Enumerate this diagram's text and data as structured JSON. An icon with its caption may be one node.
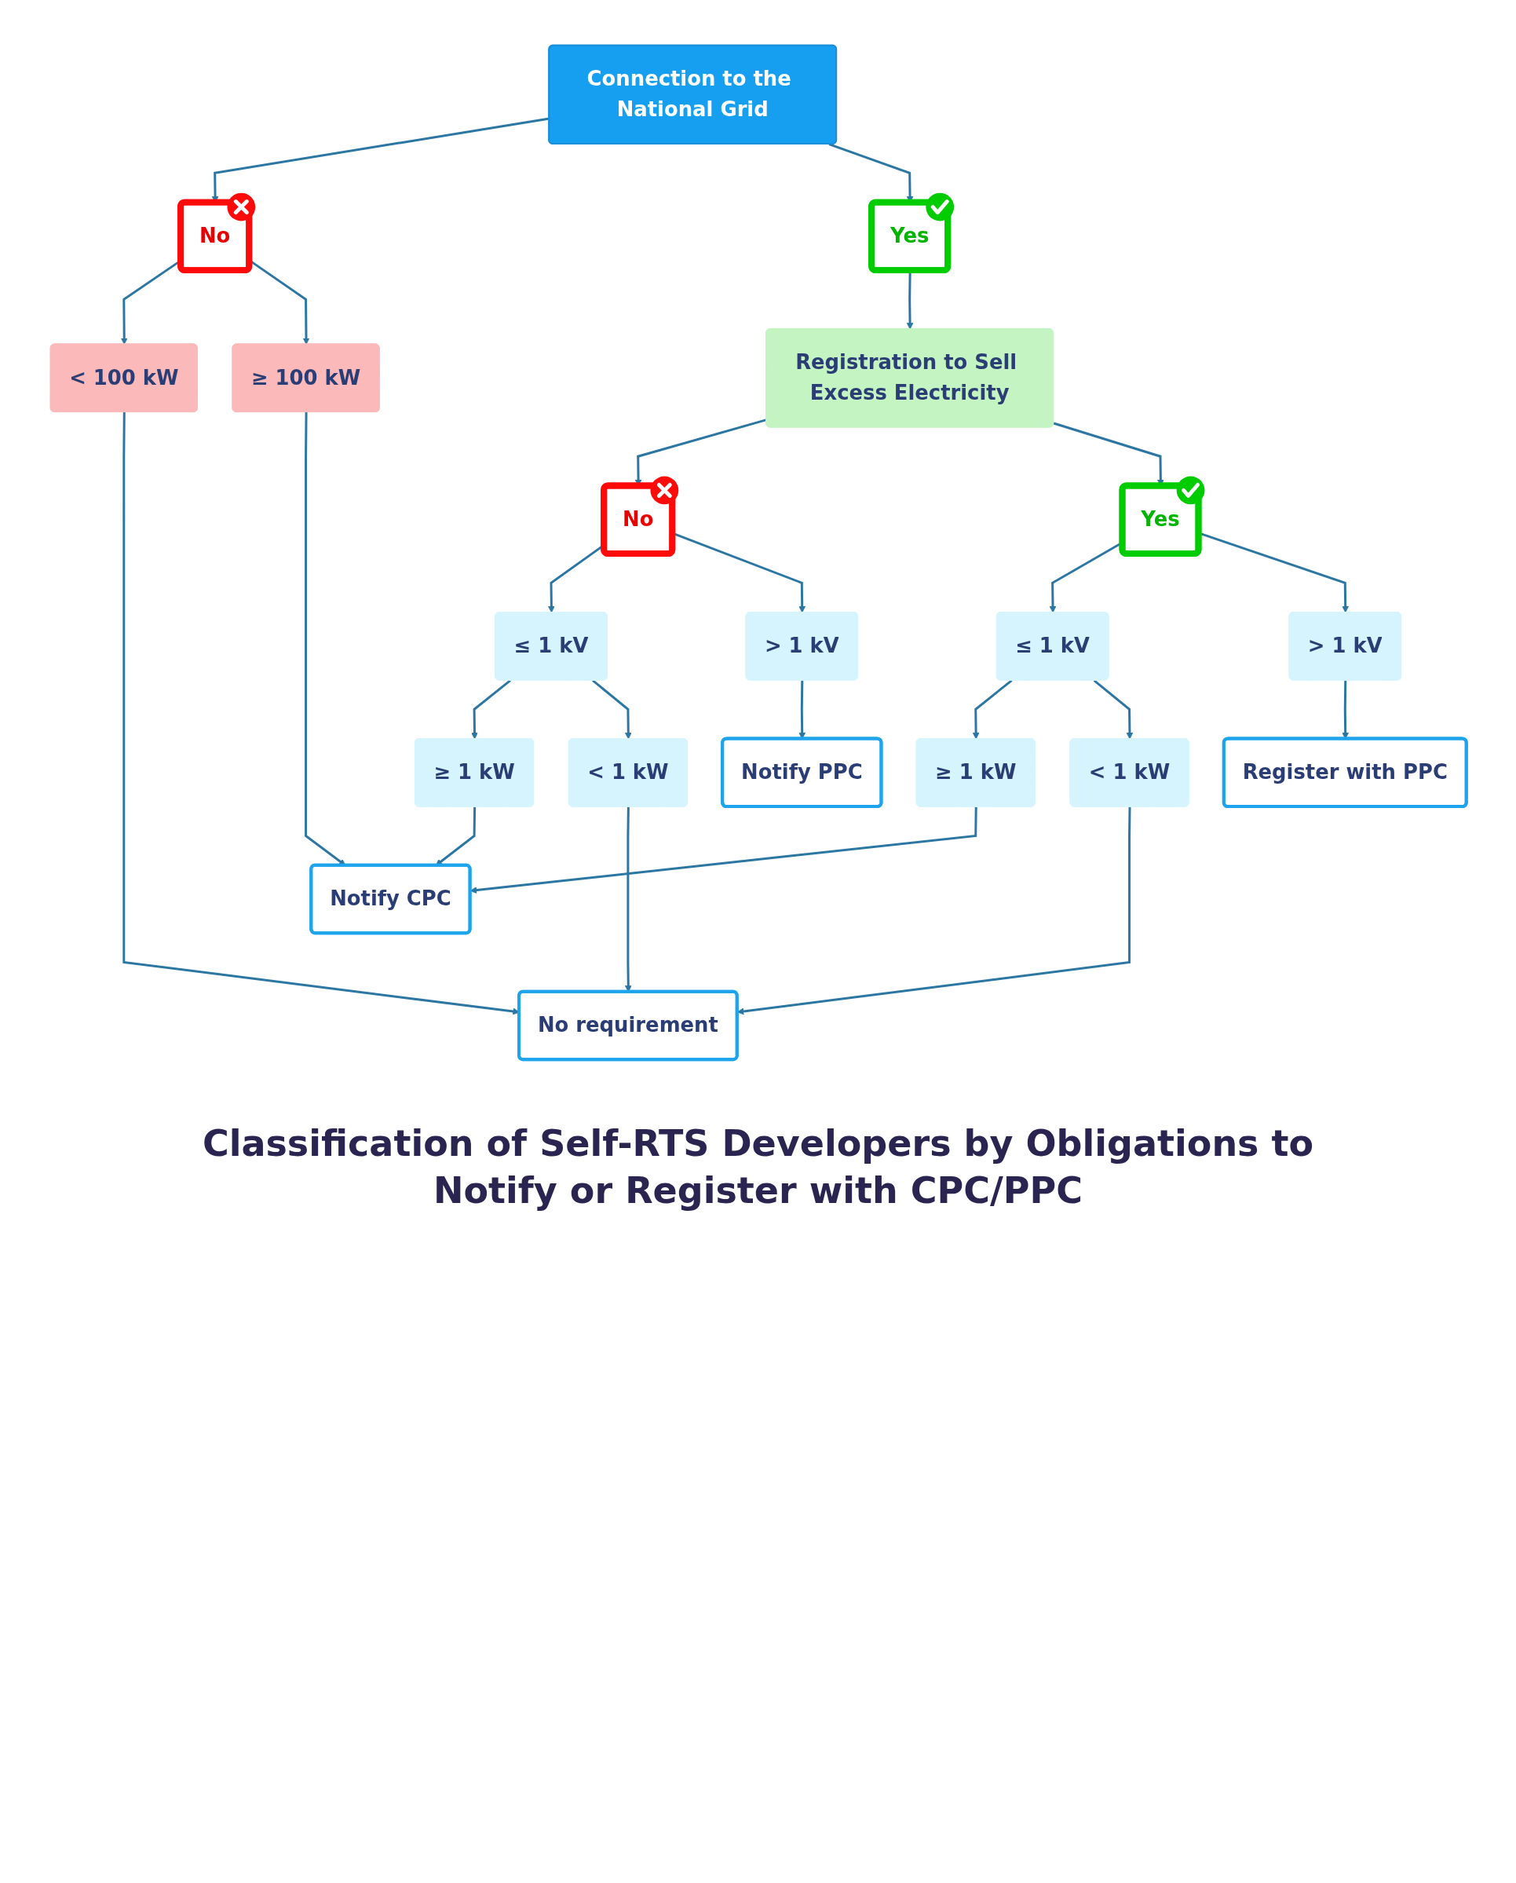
{
  "diagram": {
    "caption": "Classification of Self-RTS Developers by Obligations to Notify or Register with CPC/PPC",
    "nodes": [
      {
        "text": [
          "Connection to the National Grid"
        ]
      },
      {
        "text": [
          "No"
        ]
      },
      {
        "text": [
          "Yes"
        ]
      },
      {
        "text": [
          "< 100 kW"
        ]
      },
      {
        "text": [
          "≥ 100 kW"
        ]
      },
      {
        "text": [
          "Registration to Sell Excess Electricity"
        ]
      },
      {
        "text": [
          "No"
        ]
      },
      {
        "text": [
          "Yes"
        ]
      },
      {
        "text": [
          "≤ 1 kV"
        ]
      },
      {
        "text": [
          "> 1 kV"
        ]
      },
      {
        "text": [
          "≤ 1 kV"
        ]
      },
      {
        "text": [
          "> 1 kV"
        ]
      },
      {
        "text": [
          "≥ 1 kW"
        ]
      },
      {
        "text": [
          "< 1 kW"
        ]
      },
      {
        "text": [
          "≥ 1 kW"
        ]
      },
      {
        "text": [
          "< 1 kW"
        ]
      },
      {
        "text": [
          "Notify PPC"
        ]
      },
      {
        "text": [
          "Register with PPC"
        ]
      },
      {
        "text": [
          "Notify CPC"
        ]
      },
      {
        "text": [
          "No requirement"
        ]
      }
    ],
    "edges": [
      {
        "from": 0,
        "to": 1,
        "arrow": "to"
      },
      {
        "from": 0,
        "to": 2,
        "arrow": "to"
      },
      {
        "from": 1,
        "to": 3,
        "arrow": "to"
      },
      {
        "from": 1,
        "to": 4,
        "arrow": "to"
      },
      {
        "from": 2,
        "to": 5,
        "arrow": "to"
      },
      {
        "from": 5,
        "to": 6,
        "arrow": "to"
      },
      {
        "from": 5,
        "to": 7,
        "arrow": "to"
      },
      {
        "from": 6,
        "to": 8,
        "arrow": "to"
      },
      {
        "from": 6,
        "to": 9,
        "arrow": "to"
      },
      {
        "from": 7,
        "to": 10,
        "arrow": "to"
      },
      {
        "from": 7,
        "to": 11,
        "arrow": "to"
      },
      {
        "from": 8,
        "to": 12,
        "arrow": "to"
      },
      {
        "from": 8,
        "to": 13,
        "arrow": "to"
      },
      {
        "from": 10,
        "to": 14,
        "arrow": "to"
      },
      {
        "from": 10,
        "to": 15,
        "arrow": "to"
      },
      {
        "from": 9,
        "to": 16,
        "arrow": "to"
      },
      {
        "from": 11,
        "to": 17,
        "arrow": "to"
      },
      {
        "from": 3,
        "to": 19,
        "arrow": "to"
      },
      {
        "from": 4,
        "to": 18,
        "arrow": "to"
      },
      {
        "from": 12,
        "to": 18,
        "arrow": "to"
      },
      {
        "from": 13,
        "to": 19,
        "arrow": "to"
      },
      {
        "from": 14,
        "to": 18,
        "arrow": "to"
      },
      {
        "from": 15,
        "to": 19,
        "arrow": "to"
      }
    ]
  }
}
